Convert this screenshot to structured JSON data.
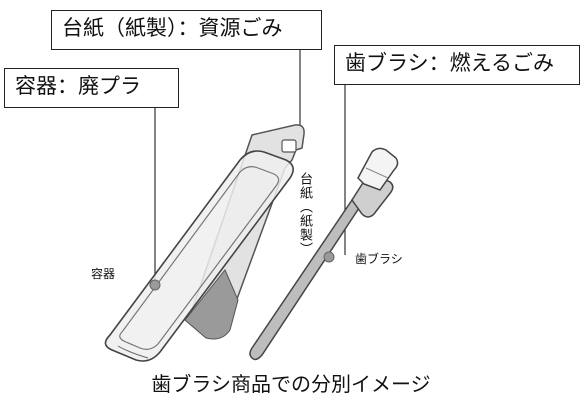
{
  "callouts": {
    "backing": "台紙（紙製）：資源ごみ",
    "container": "容器：廃プラ",
    "toothbrush": "歯ブラシ：燃えるごみ"
  },
  "labels": {
    "container": "容器",
    "backing": "台紙（紙製）",
    "toothbrush": "歯ブラシ"
  },
  "caption": "歯ブラシ商品での分別イメージ"
}
